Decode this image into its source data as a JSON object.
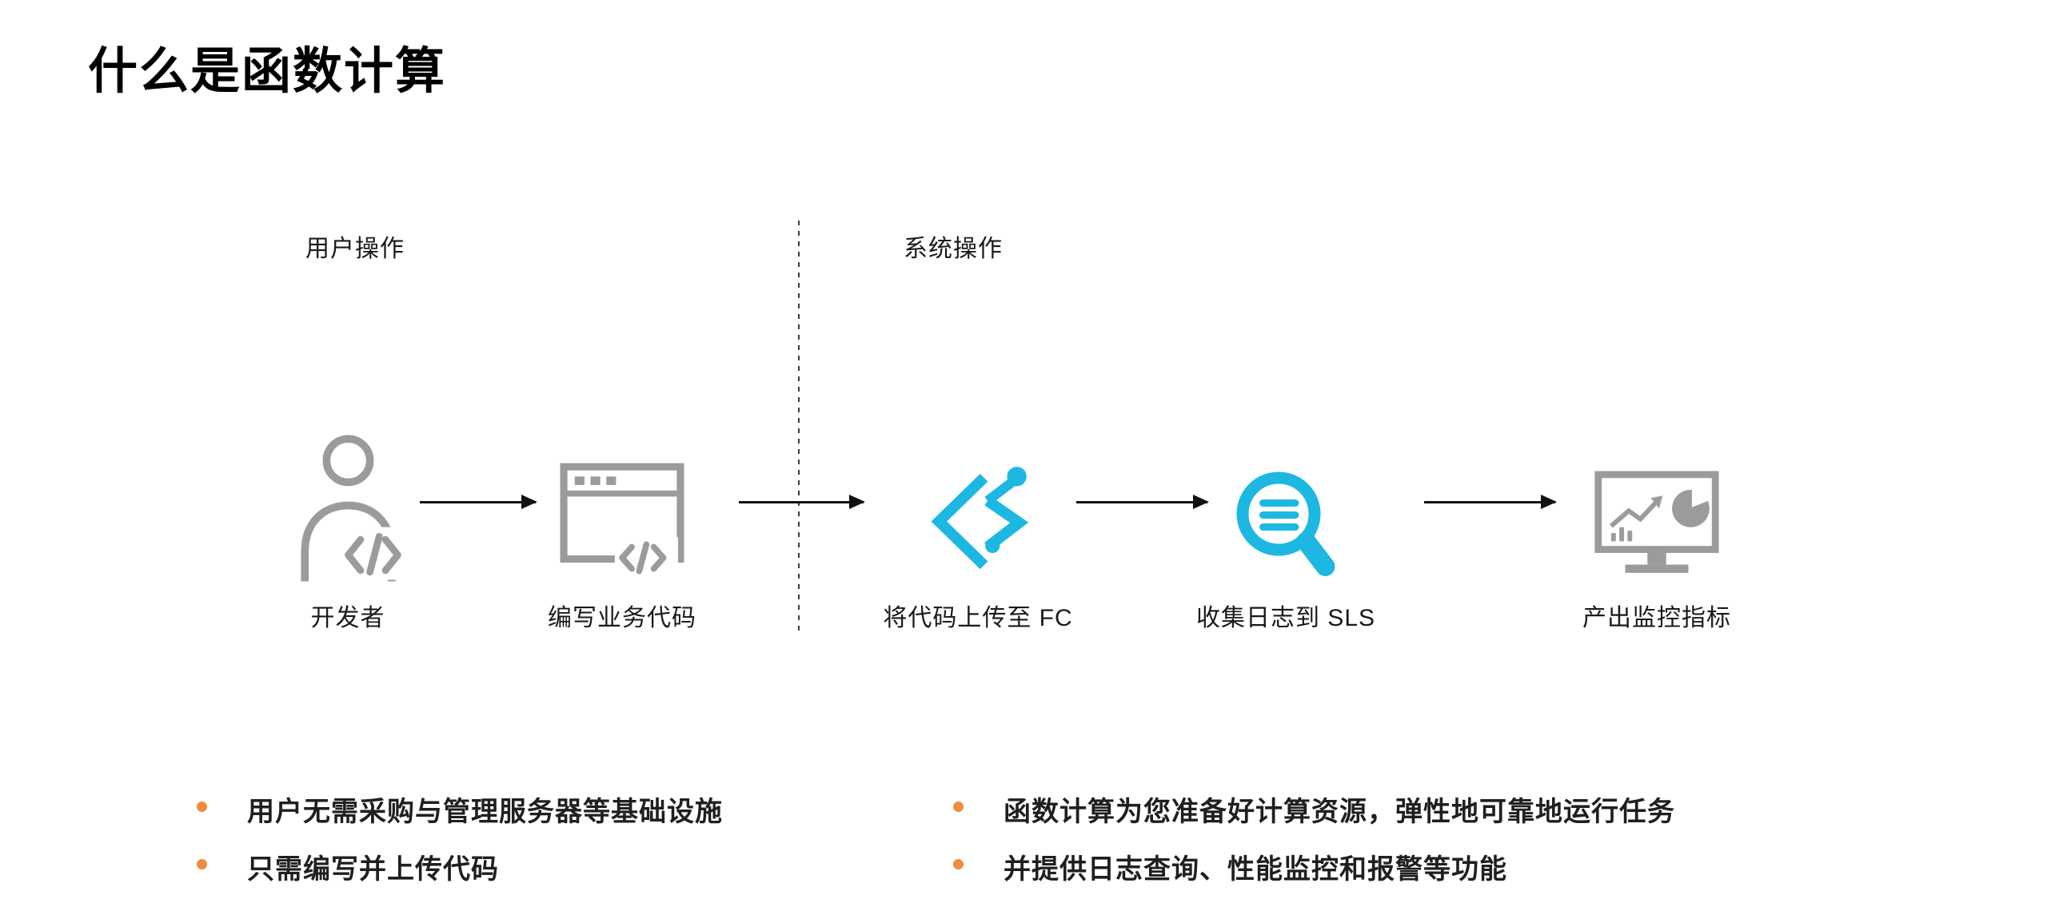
{
  "title": "什么是函数计算",
  "sections": {
    "user": "用户操作",
    "system": "系统操作"
  },
  "flow": [
    {
      "id": "developer",
      "label": "开发者",
      "icon": "developer-icon"
    },
    {
      "id": "write-code",
      "label": "编写业务代码",
      "icon": "code-editor-icon"
    },
    {
      "id": "upload-fc",
      "label": "将代码上传至 FC",
      "icon": "fc-function-compute-icon"
    },
    {
      "id": "collect-sls",
      "label": "收集日志到 SLS",
      "icon": "sls-log-search-icon"
    },
    {
      "id": "metrics",
      "label": "产出监控指标",
      "icon": "monitor-metrics-icon"
    }
  ],
  "bullets": {
    "left": [
      "用户无需采购与管理服务器等基础设施",
      "只需编写并上传代码"
    ],
    "right": [
      "函数计算为您准备好计算资源，弹性地可靠地运行任务",
      "并提供日志查询、性能监控和报警等功能"
    ]
  },
  "colors": {
    "accent_cyan": "#1CB8E2",
    "icon_gray": "#9B9B9B",
    "bullet_orange": "#F08B3F",
    "arrow_black": "#111111"
  }
}
